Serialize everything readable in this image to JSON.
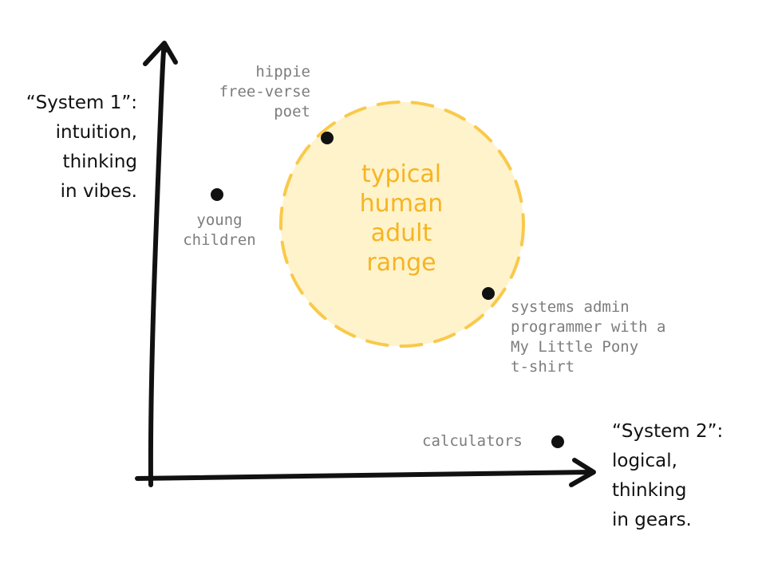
{
  "y_axis": {
    "lines": [
      "“System 1”:",
      "intuition,",
      "thinking",
      "in vibes."
    ]
  },
  "x_axis": {
    "lines": [
      "“System 2”:",
      "logical,",
      "thinking",
      "in gears."
    ]
  },
  "range": {
    "lines": [
      "typical",
      "human",
      "adult",
      "range"
    ],
    "fill_color": "#fff3cc",
    "stroke_color": "#f9c94a",
    "text_color": "#f5b423"
  },
  "points": {
    "hippie": {
      "lines": [
        "hippie",
        "free-verse",
        "poet"
      ]
    },
    "children": {
      "lines": [
        "young",
        "children"
      ]
    },
    "sysadmin": {
      "lines": [
        "systems admin",
        "programmer with a",
        "My Little Pony",
        "t-shirt"
      ]
    },
    "calculators": {
      "lines": [
        "calculators"
      ]
    }
  },
  "colors": {
    "axis": "#111111",
    "point": "#111111",
    "point_label": "#7d7d7d"
  }
}
